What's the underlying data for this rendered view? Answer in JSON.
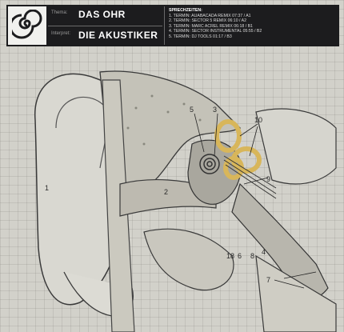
{
  "header": {
    "thema_label": "Thema:",
    "thema_value": "DAS OHR",
    "interpret_label": "Interpret:",
    "interpret_value": "DIE AKUSTIKER",
    "sprechzeiten_title": "SPRECHZEITEN:",
    "termine": [
      "1. TERMIN: AUABACADA REMIX 07:37 / A1",
      "2. TERMIN: SECTOR 5 REMIX 06:10 / A2",
      "3. TERMIN: MARC ACREL REMIX 06:18 / B1",
      "4. TERMIN: SECTOR INSTRUMENTAL 05:55 / B2",
      "5. TERMIN: DJ TOOLS 01:17 / B3"
    ]
  },
  "labels": {
    "n1": "1",
    "n2": "2",
    "n3": "3",
    "n4": "4",
    "n5": "5",
    "n6": "6",
    "n7": "7",
    "n8": "8",
    "n9": "9",
    "n10": "10",
    "n18": "18"
  },
  "colors": {
    "header_bg": "#1c1c1e",
    "paper": "#d2d1ca",
    "semicircular_canals": "#d8b65a"
  }
}
